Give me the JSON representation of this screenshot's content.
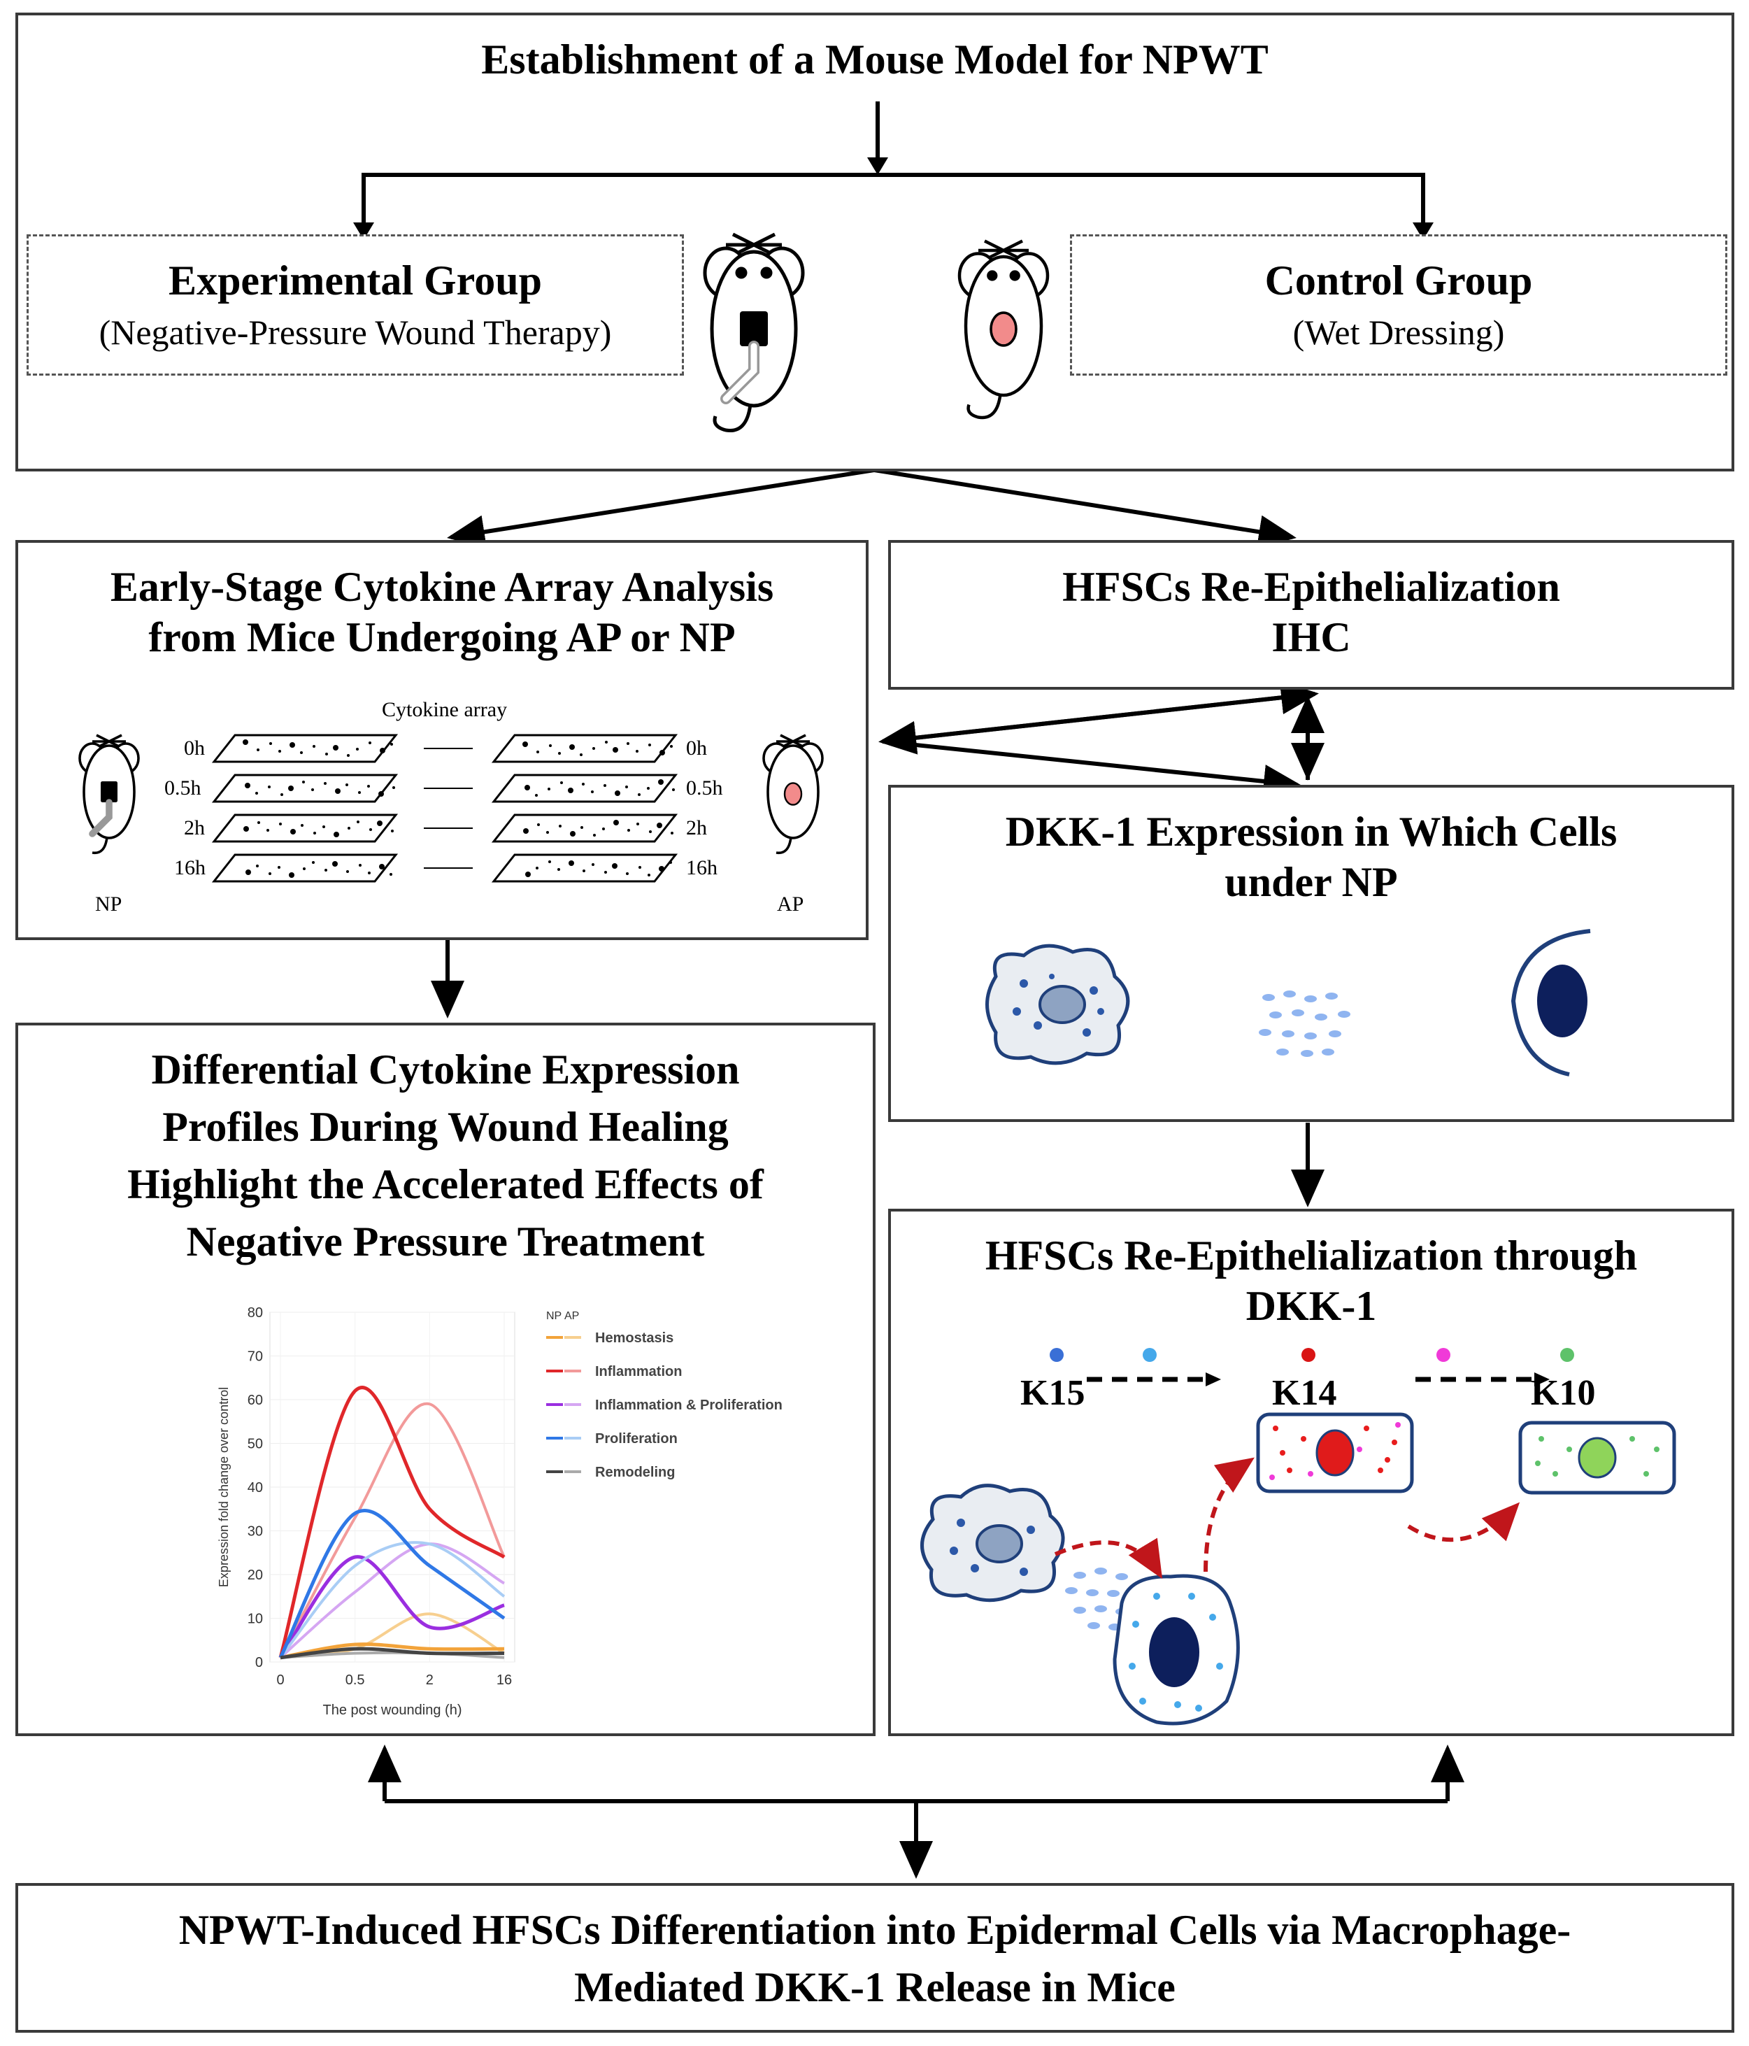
{
  "top": {
    "title": "Establishment of a Mouse Model for NPWT",
    "experimental_title": "Experimental Group",
    "experimental_sub": "(Negative-Pressure Wound Therapy)",
    "control_title": "Control Group",
    "control_sub": "(Wet Dressing)"
  },
  "cytokine_box": {
    "title_line1": "Early-Stage Cytokine Array Analysis",
    "title_line2": "from Mice Undergoing AP or NP",
    "array_label": "Cytokine array",
    "times": [
      "0h",
      "0.5h",
      "2h",
      "16h"
    ],
    "left_label": "NP",
    "right_label": "AP"
  },
  "ihc_box": {
    "title_line1": "HFSCs Re-Epithelialization",
    "title_line2": "IHC"
  },
  "dkk_box": {
    "title_line1": "DKK-1 Expression in Which Cells",
    "title_line2": "under NP"
  },
  "profile_box": {
    "title_line1": "Differential Cytokine Expression",
    "title_line2": "Profiles During Wound Healing",
    "title_line3": "Highlight the Accelerated Effects of",
    "title_line4": "Negative Pressure Treatment"
  },
  "chart_data": {
    "type": "line",
    "xlabel": "The post wounding (h)",
    "ylabel": "Expression fold change over control",
    "x": [
      "0",
      "0.5",
      "2",
      "16"
    ],
    "ylim": [
      0,
      80
    ],
    "yticks": [
      0,
      10,
      20,
      30,
      40,
      50,
      60,
      70,
      80
    ],
    "legend_header": [
      "NP",
      "AP"
    ],
    "legend_placement": "right",
    "series": [
      {
        "name": "Hemostasis",
        "np": [
          1,
          4,
          3,
          3
        ],
        "ap": [
          1,
          3,
          11,
          2
        ],
        "np_color": "#f2a33a",
        "ap_color": "#f7cf8f"
      },
      {
        "name": "Inflammation",
        "np": [
          1,
          62,
          35,
          24
        ],
        "ap": [
          1,
          33,
          59,
          24
        ],
        "np_color": "#e0272a",
        "ap_color": "#f29a9a"
      },
      {
        "name": "Inflammation & Proliferation",
        "np": [
          1,
          24,
          8,
          13
        ],
        "ap": [
          1,
          16,
          27,
          18
        ],
        "np_color": "#9a2ee0",
        "ap_color": "#d5a6f2"
      },
      {
        "name": "Proliferation",
        "np": [
          1,
          34,
          22,
          10
        ],
        "ap": [
          1,
          22,
          27,
          15
        ],
        "np_color": "#2f78e6",
        "ap_color": "#a9cdf5"
      },
      {
        "name": "Remodeling",
        "np": [
          1,
          3,
          2,
          2
        ],
        "ap": [
          1,
          2,
          2,
          1
        ],
        "np_color": "#444444",
        "ap_color": "#aaaaaa"
      }
    ]
  },
  "hfsc_box": {
    "title_line1": "HFSCs Re-Epithelialization through",
    "title_line2": "DKK-1",
    "markers": [
      {
        "label": "K15",
        "color": "#3a6fd6"
      },
      {
        "label": "K14",
        "color": "#d91515"
      },
      {
        "label": "K10",
        "color": "#5ec26a"
      }
    ],
    "extra_dots": [
      "#45a8ea",
      "#f03ad8"
    ]
  },
  "bottom": {
    "title_line1": "NPWT-Induced HFSCs Differentiation into Epidermal Cells via Macrophage-",
    "title_line2": "Mediated DKK-1 Release in Mice"
  }
}
